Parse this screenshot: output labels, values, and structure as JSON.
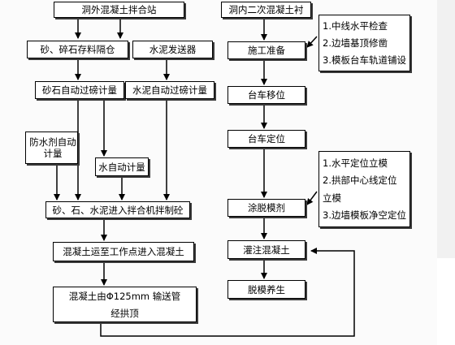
{
  "left_column": {
    "mixing_station": "洞外混凝土拌合站",
    "aggregate_silo": "砂、碎石存料隔仓",
    "cement_sender": "水泥发送器",
    "aggregate_weighing": "砂石自动过磅计量",
    "cement_weighing": "水泥自动过磅计量",
    "waterproof_agent": "防水剂自动计量",
    "water_metering": "水自动计量",
    "into_mixer": "砂、石、水泥进入拌合机拌制砼",
    "transport": "混凝土运至工作点进入混凝土",
    "pump_line1": "混凝土由Φ125mm 输送管",
    "pump_line2": "经拱顶"
  },
  "right_column": {
    "secondary_lining": "洞内二次混凝土衬",
    "prep_checklist": [
      "1.中线水平检查",
      "2.边墙基顶修凿",
      "3.模板台车轨道铺设"
    ],
    "construction_prep": "施工准备",
    "trolley_move": "台车移位",
    "trolley_position": "台车定位",
    "position_checklist": [
      "1.水平定位立模",
      "2.拱部中心线定位",
      "立模",
      "3.边墙模板净空定位"
    ],
    "release_agent": "涂脱模剂",
    "pour_concrete": "灌注混凝土",
    "demold_cure": "脱模养生"
  }
}
